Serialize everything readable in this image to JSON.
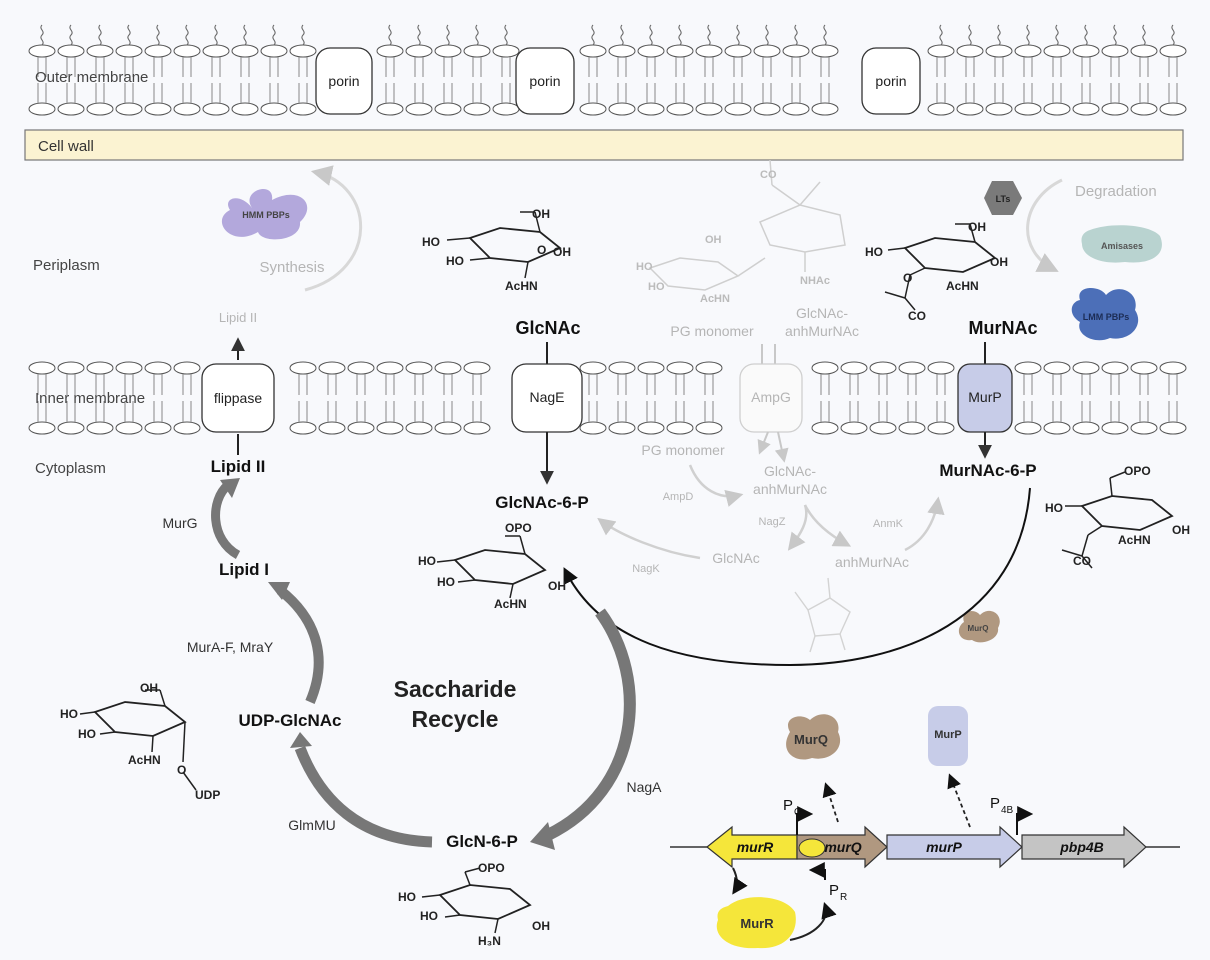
{
  "membranes": {
    "outer": "Outer membrane",
    "inner": "Inner membrane",
    "cell_wall": "Cell wall"
  },
  "compartments": {
    "periplasm": "Periplasm",
    "cytoplasm": "Cytoplasm"
  },
  "proteins": {
    "porin": "porin",
    "flippase": "flippase",
    "nage": "NagE",
    "ampg": "AmpG",
    "murp": "MurP",
    "hmm_pbps": "HMM PBPs",
    "lts": "LTs",
    "amidases": "Amisases",
    "lmm_pbps": "LMM PBPs",
    "murq_small": "MurQ",
    "murq": "MurQ",
    "murp_box": "MurP",
    "murr": "MurR"
  },
  "periplasm_labels": {
    "synthesis": "Synthesis",
    "degradation": "Degradation",
    "lipid2_faint": "Lipid II",
    "pg_monomer_top": "PG monomer",
    "glcnac_anh_top_1": "GlcNAc-",
    "glcnac_anh_top_2": "anhMurNAc"
  },
  "metabolites": {
    "glcnac": "GlcNAc",
    "murnac": "MurNAc",
    "lipid2": "Lipid II",
    "lipid1": "Lipid I",
    "glcnac6p": "GlcNAc-6-P",
    "murnac6p": "MurNAc-6-P",
    "udp_glcnac": "UDP-GlcNAc",
    "glcn6p": "GlcN-6-P"
  },
  "cytoplasm_faint": {
    "pg_monomer": "PG monomer",
    "glcnac_anh_1": "GlcNAc-",
    "glcnac_anh_2": "anhMurNAc",
    "glcnac": "GlcNAc",
    "anhmurnac": "anhMurNAc",
    "ampd": "AmpD",
    "nagz": "NagZ",
    "anmk": "AnmK",
    "nagk": "NagK"
  },
  "enzymes": {
    "murg": "MurG",
    "mura_f": "MurA-F, MraY",
    "glmmu": "GlmMU",
    "naga": "NagA"
  },
  "center": {
    "line1": "Saccharide",
    "line2": "Recycle"
  },
  "operon": {
    "murR": "murR",
    "murQ": "murQ",
    "murP": "murP",
    "pbp4B": "pbp4B",
    "pq": "P",
    "pq_sub": "Q",
    "p4b": "P",
    "p4b_sub": "4B",
    "pr": "P",
    "pr_sub": "R"
  },
  "structure_atoms": {
    "oh": "OH",
    "ho": "HO",
    "achn": "AcHN",
    "opo3": "OPO",
    "co2": "CO",
    "udp": "UDP",
    "o": "O",
    "h3n": "H₃N"
  },
  "colors": {
    "hmm_pbps": "#b3a8dc",
    "lts": "#7a7a7a",
    "amidases": "#b9d3d0",
    "lmm_pbps": "#4c6fb8",
    "murq": "#b09880",
    "murp": "#c7cce8",
    "murr": "#f5e63a",
    "cell_wall": "#fbf3d2",
    "arrow_dark": "#666666",
    "faint": "#bdbdbd"
  }
}
